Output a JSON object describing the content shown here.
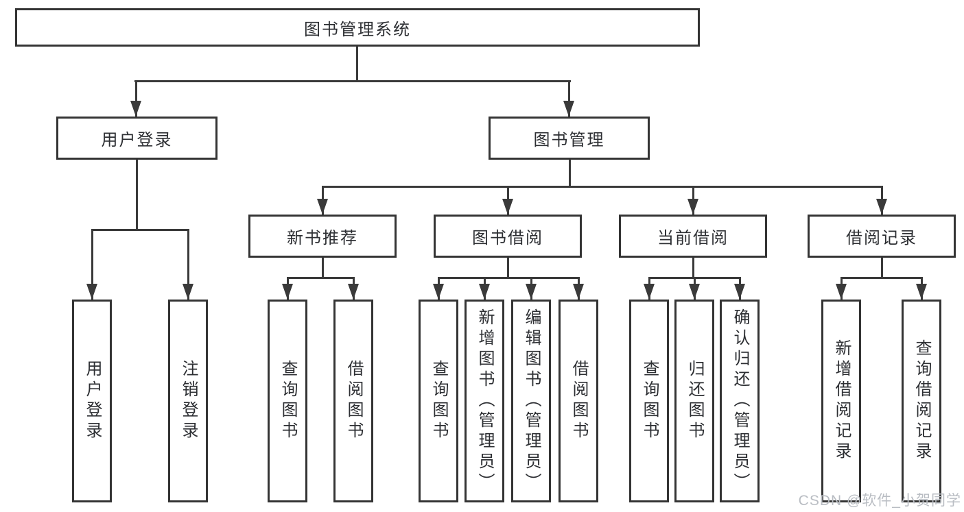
{
  "tree": {
    "label": "图书管理系统",
    "children": [
      {
        "label": "用户登录",
        "children": [
          {
            "label": "用户登录"
          },
          {
            "label": "注销登录"
          }
        ]
      },
      {
        "label": "图书管理",
        "children": [
          {
            "label": "新书推荐",
            "children": [
              {
                "label": "查询图书"
              },
              {
                "label": "借阅图书"
              }
            ]
          },
          {
            "label": "图书借阅",
            "children": [
              {
                "label": "查询图书"
              },
              {
                "label": "新增图书（管理员）"
              },
              {
                "label": "编辑图书（管理员）"
              },
              {
                "label": "借阅图书"
              }
            ]
          },
          {
            "label": "当前借阅",
            "children": [
              {
                "label": "查询图书"
              },
              {
                "label": "归还图书"
              },
              {
                "label": "确认归还（管理员）"
              }
            ]
          },
          {
            "label": "借阅记录",
            "children": [
              {
                "label": "新增借阅记录"
              },
              {
                "label": "查询借阅记录"
              }
            ]
          }
        ]
      }
    ]
  },
  "watermark": {
    "text": "CSDN @软件_小贺同学",
    "color": "#b9bdc3"
  },
  "colors": {
    "line": "#3a3a3a",
    "border": "#343434",
    "text": "#2d2f33",
    "background": "#ffffff"
  }
}
